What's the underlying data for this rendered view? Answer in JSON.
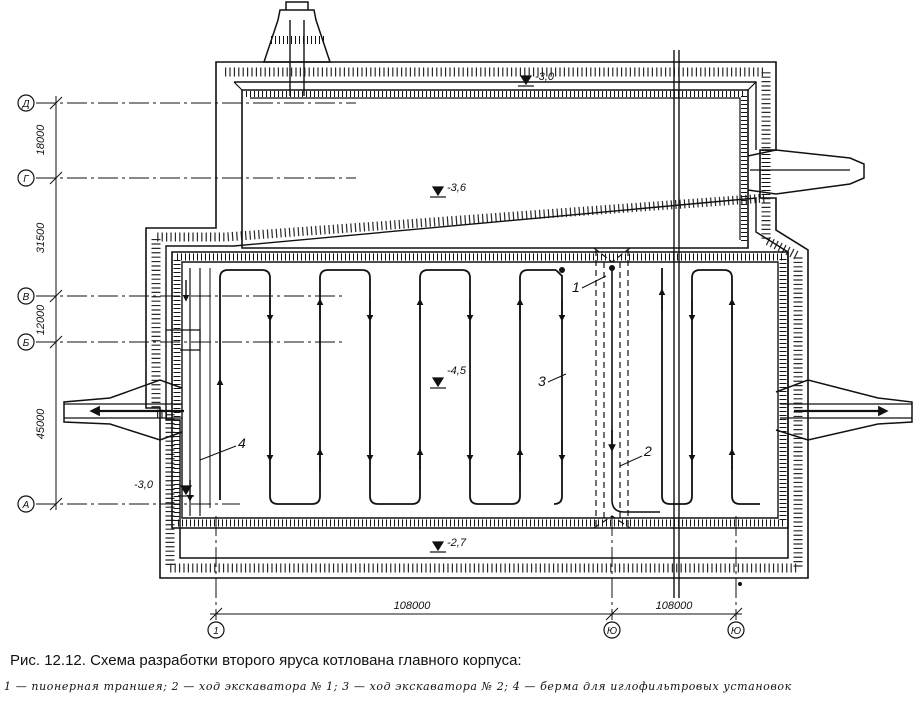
{
  "caption": {
    "title": "Рис. 12.12. Схема разработки второго яруса котлована главного корпуса:",
    "legend": "1 — пионерная траншея; 2 — ход экскаватора № 1; 3 — ход экскаватора № 2; 4 — берма для иглофильтровых установок"
  },
  "axes_rows": [
    "Д",
    "Г",
    "В",
    "Б",
    "А"
  ],
  "axes_cols": [
    "1",
    "Ю",
    "Ю"
  ],
  "dims_vertical": [
    "18000",
    "31500",
    "12000",
    "45000"
  ],
  "dims_horizontal": [
    "108000",
    "108000"
  ],
  "elevations": {
    "top": "-3,0",
    "upper_block": "-3,6",
    "main": "-4,5",
    "left_berm": "-3,0",
    "bottom_berm": "-2,7"
  },
  "callouts": [
    "1",
    "2",
    "3",
    "4"
  ],
  "colors": {
    "line": "#111111",
    "background": "#ffffff"
  }
}
